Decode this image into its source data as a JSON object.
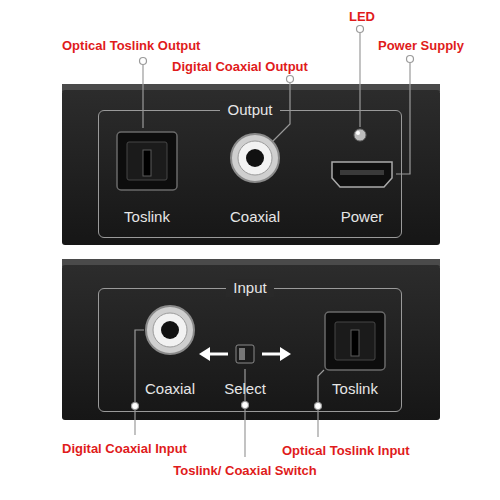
{
  "diagram": {
    "nodes": [
      {
        "text": [
          "Output"
        ]
      },
      {
        "text": [
          "Input"
        ]
      }
    ],
    "labels": [
      "LED",
      "Optical Toslink Output",
      "Power Supply",
      "Digital Coaxial Output",
      "Toslink",
      "Coaxial",
      "Power",
      "Coaxial",
      "Select",
      "Toslink",
      "Digital Coaxial Input",
      "Optical Toslink Input",
      "Toslink/ Coaxial Switch"
    ]
  }
}
